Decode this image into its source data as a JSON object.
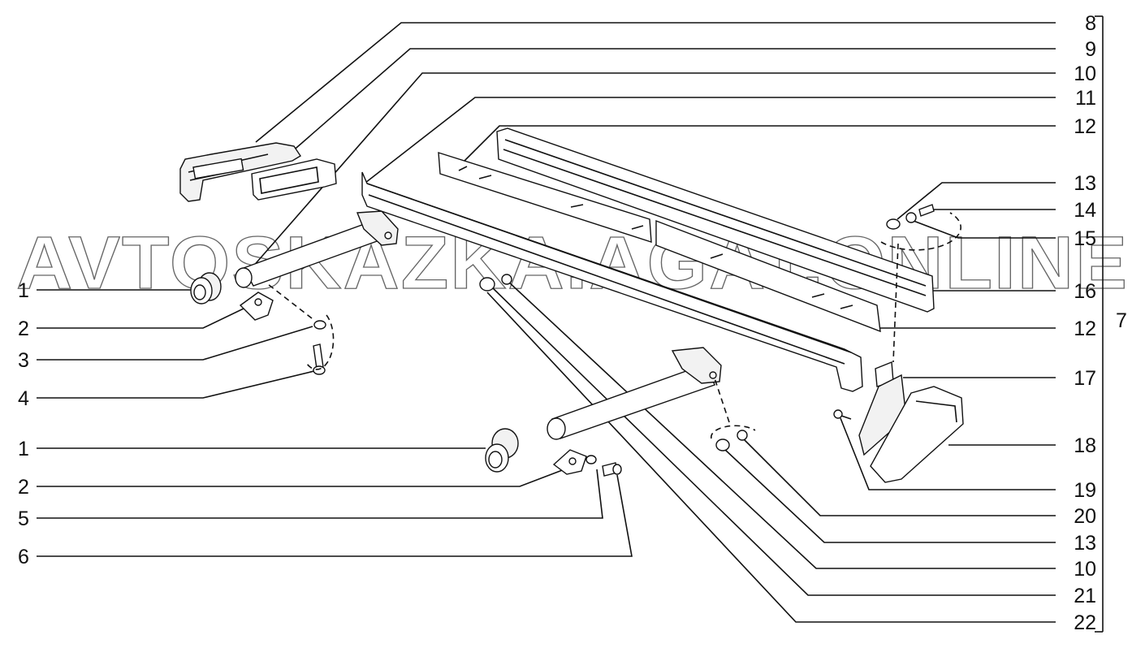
{
  "watermark": "AVTOSKAZKA.AGAT.ONLINE",
  "group_label": "7",
  "left_labels": [
    {
      "id": "l1a",
      "text": "1"
    },
    {
      "id": "l2a",
      "text": "2"
    },
    {
      "id": "l3",
      "text": "3"
    },
    {
      "id": "l4",
      "text": "4"
    },
    {
      "id": "l1b",
      "text": "1"
    },
    {
      "id": "l2b",
      "text": "2"
    },
    {
      "id": "l5",
      "text": "5"
    },
    {
      "id": "l6",
      "text": "6"
    }
  ],
  "right_labels": [
    {
      "id": "r8",
      "text": "8"
    },
    {
      "id": "r9",
      "text": "9"
    },
    {
      "id": "r10a",
      "text": "10"
    },
    {
      "id": "r11",
      "text": "11"
    },
    {
      "id": "r12a",
      "text": "12"
    },
    {
      "id": "r13a",
      "text": "13"
    },
    {
      "id": "r14",
      "text": "14"
    },
    {
      "id": "r15",
      "text": "15"
    },
    {
      "id": "r16",
      "text": "16"
    },
    {
      "id": "r12b",
      "text": "12"
    },
    {
      "id": "r17",
      "text": "17"
    },
    {
      "id": "r18",
      "text": "18"
    },
    {
      "id": "r19",
      "text": "19"
    },
    {
      "id": "r20",
      "text": "20"
    },
    {
      "id": "r13b",
      "text": "13"
    },
    {
      "id": "r10b",
      "text": "10"
    },
    {
      "id": "r21",
      "text": "21"
    },
    {
      "id": "r22",
      "text": "22"
    }
  ]
}
